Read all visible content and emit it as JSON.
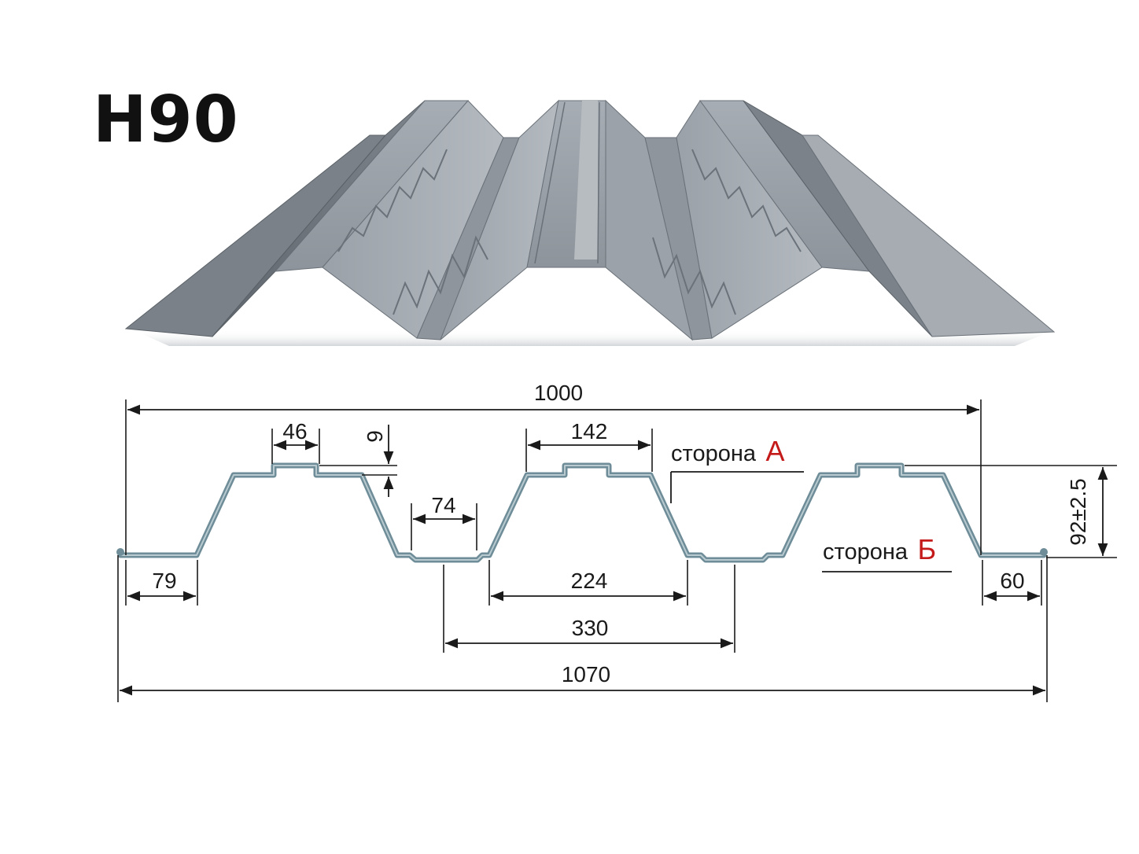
{
  "title": "H90",
  "colors": {
    "profile_stroke": "#6e8d98",
    "dimension_line": "#1a1a1a",
    "side_letter": "#c41a1a",
    "sheet_steel": "#8a9097"
  },
  "dimensions": {
    "covering_width": "1000",
    "total_width": "1070",
    "top_rib_width": "142",
    "top_step_width": "46",
    "step_height": "9",
    "groove_width": "74",
    "bottom_width": "224",
    "pitch": "330",
    "left_edge": "79",
    "right_edge": "60",
    "profile_height": "92±2.5"
  },
  "sides": {
    "side_a_label": "сторона",
    "side_a_letter": "А",
    "side_b_label": "сторона",
    "side_b_letter": "Б"
  }
}
